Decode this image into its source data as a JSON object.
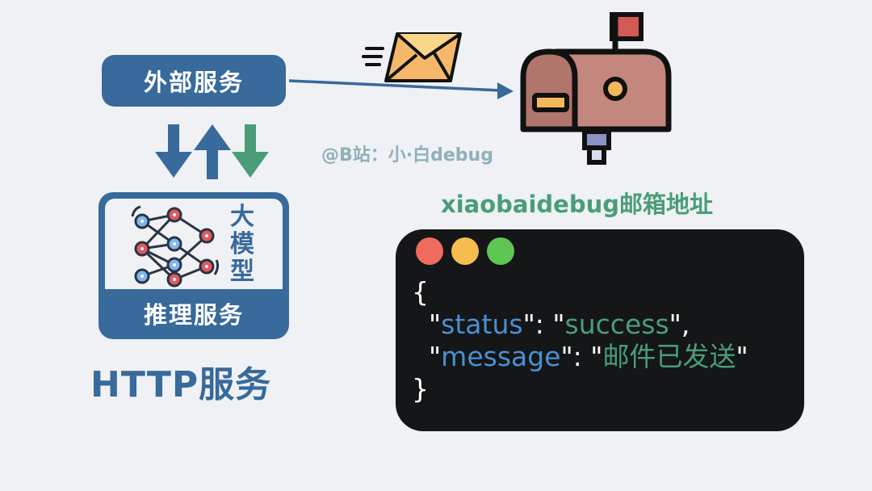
{
  "external_service": {
    "label": "外部服务"
  },
  "llm_card": {
    "title_chars": [
      "大",
      "模",
      "型"
    ],
    "label": "推理服务"
  },
  "http_caption": "HTTP服务",
  "watermark": "@B站：小·白debug",
  "mailbox_caption": "xiaobaidebug邮箱地址",
  "terminal": {
    "dots": [
      "#ee6b5e",
      "#f5bd4f",
      "#5fc652"
    ],
    "open_brace": "{",
    "close_brace": "}",
    "lines": [
      {
        "key": "status",
        "value": "success",
        "trailing": ","
      },
      {
        "key": "message",
        "value": "邮件已发送",
        "trailing": ""
      }
    ]
  },
  "colors": {
    "primary_blue": "#386a9b",
    "green": "#4a9d78",
    "background": "#eff1f4",
    "terminal_bg": "#141618",
    "key_blue": "#4a90d2"
  },
  "icons": {
    "arrows": [
      "arrow-down-blue",
      "arrow-up-blue",
      "arrow-down-green"
    ],
    "envelope": "envelope-icon",
    "mailbox": "mailbox-icon",
    "neural_net": "neural-network-icon"
  }
}
